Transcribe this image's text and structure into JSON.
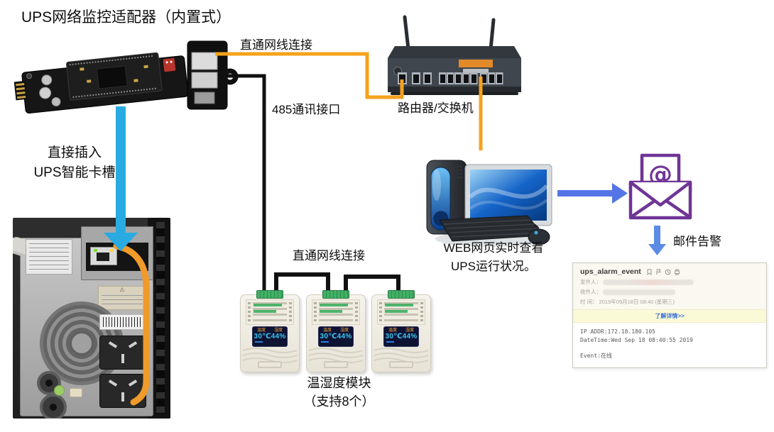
{
  "title": "UPS网络监控适配器（内置式）",
  "labels": {
    "lan_top": "直通网线连接",
    "rs485": "485通讯接口",
    "insert_line1": "直接插入",
    "insert_line2": "UPS智能卡槽",
    "router": "路由器/交换机",
    "lan_mid": "直通网线连接",
    "web_line1": "WEB网页实时查看",
    "web_line2": "UPS运行状况。",
    "mail_alert": "邮件告警",
    "modules_line1": "温湿度模块",
    "modules_line2": "（支持8个）"
  },
  "module_display": {
    "temp_label": "温度",
    "humidity_label": "湿度",
    "reading": "30℃44%"
  },
  "email": {
    "subject": "ups_alarm_event",
    "from_label": "发件人：",
    "to_label": "收件人：",
    "time_label": "时 间：",
    "time_value": "2019年09月18日 08:40 (星期三)",
    "detail_link": "了解详情>>",
    "body": {
      "ip": "IP ADDR:172.18.180.105",
      "datetime": "DateTime:Wed Sep 18 08:40:55 2019",
      "event": "Event:在线"
    }
  },
  "colors": {
    "lan-cable": "#F6A21E",
    "data-cable": "#111111",
    "arrow-primary": "#29ABE2",
    "arrow-link": "#5575E7",
    "arrow-mail": "#5B8BE5",
    "envelope": "#6F3596",
    "link": "#3A6FD8"
  }
}
